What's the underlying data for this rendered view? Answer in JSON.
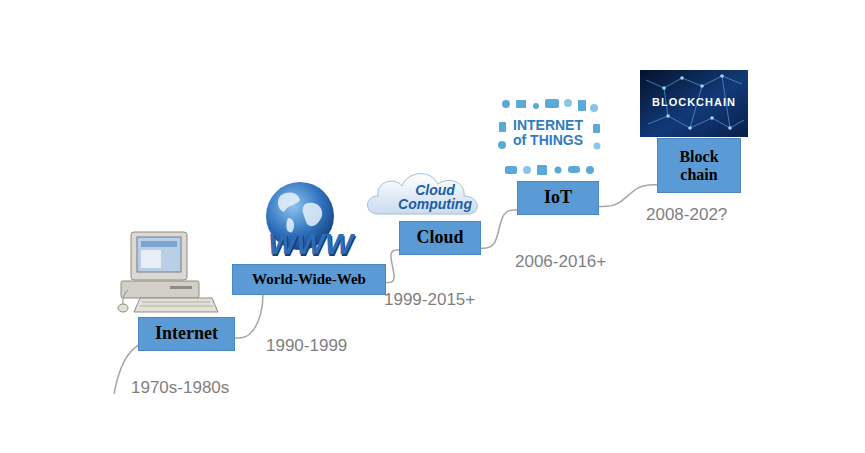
{
  "diagram": {
    "nodes": [
      {
        "text": [
          "Internet"
        ]
      },
      {
        "text": [
          "World-Wide-Web"
        ]
      },
      {
        "text": [
          "Cloud"
        ]
      },
      {
        "text": [
          "IoT"
        ]
      },
      {
        "text": [
          "Block chain"
        ]
      }
    ],
    "edges": [
      {
        "from": 0,
        "to": 1,
        "arrow": "none"
      },
      {
        "from": 1,
        "to": 2,
        "arrow": "none"
      },
      {
        "from": 2,
        "to": 3,
        "arrow": "none"
      },
      {
        "from": 3,
        "to": 4,
        "arrow": "none"
      }
    ],
    "labels": [
      "1970s-1980s",
      "1990-1999",
      "1999-2015+",
      "2006-2016+",
      "2008-202?",
      "WWW",
      "Cloud Computing",
      "INTERNET of THINGS",
      "BLOCKCHAIN"
    ]
  }
}
